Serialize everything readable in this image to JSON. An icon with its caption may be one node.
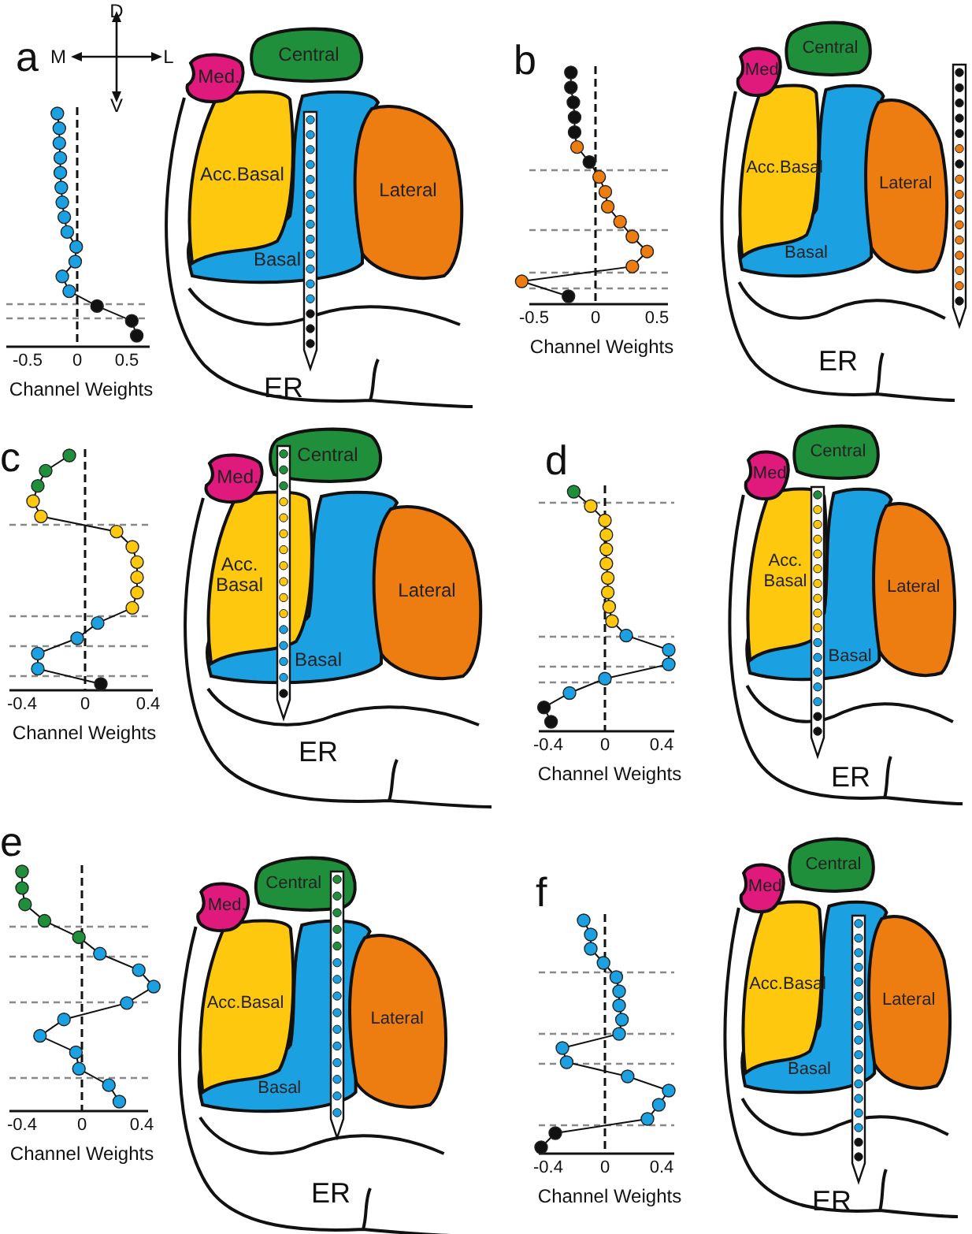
{
  "diagram": {
    "nodes": [
      {
        "text": [
          "Med."
        ]
      },
      {
        "text": [
          "Central"
        ]
      },
      {
        "text": [
          "Acc.Basal"
        ]
      },
      {
        "text": [
          "Basal"
        ]
      },
      {
        "text": [
          "Lateral"
        ]
      },
      {
        "text": [
          "Med"
        ]
      },
      {
        "text": [
          "Central"
        ]
      },
      {
        "text": [
          "Acc.Basal"
        ]
      },
      {
        "text": [
          "Basal"
        ]
      },
      {
        "text": [
          "Lateral"
        ]
      },
      {
        "text": [
          "Med."
        ]
      },
      {
        "text": [
          "Central"
        ]
      },
      {
        "text": [
          "Acc. Basal"
        ]
      },
      {
        "text": [
          "Basal"
        ]
      },
      {
        "text": [
          "Lateral"
        ]
      },
      {
        "text": [
          "Med"
        ]
      },
      {
        "text": [
          "Central"
        ]
      },
      {
        "text": [
          "Acc. Basal"
        ]
      },
      {
        "text": [
          "Basal"
        ]
      },
      {
        "text": [
          "Lateral"
        ]
      },
      {
        "text": [
          "Med."
        ]
      },
      {
        "text": [
          "Central"
        ]
      },
      {
        "text": [
          "Acc.Basal"
        ]
      },
      {
        "text": [
          "Basal"
        ]
      },
      {
        "text": [
          "Lateral"
        ]
      },
      {
        "text": [
          "Med"
        ]
      },
      {
        "text": [
          "Central"
        ]
      },
      {
        "text": [
          "Acc.Basal"
        ]
      },
      {
        "text": [
          "Basal"
        ]
      },
      {
        "text": [
          "Lateral"
        ]
      }
    ],
    "labels": [
      "D",
      "M",
      "L",
      "V",
      "a",
      "-0.5",
      "0",
      "0.5",
      "Channel Weights",
      "ER",
      "b",
      "-0.5",
      "0",
      "0.5",
      "Channel Weights",
      "ER",
      "c",
      "-0.4",
      "0",
      "0.4",
      "Channel Weights",
      "ER",
      "d",
      "-0.4",
      "0",
      "0.4",
      "Channel Weights",
      "ER",
      "e",
      "-0.4",
      "0",
      "0.4",
      "Channel Weights",
      "ER",
      "f",
      "-0.4",
      "0",
      "0.4",
      "Channel Weights",
      "ER"
    ]
  }
}
